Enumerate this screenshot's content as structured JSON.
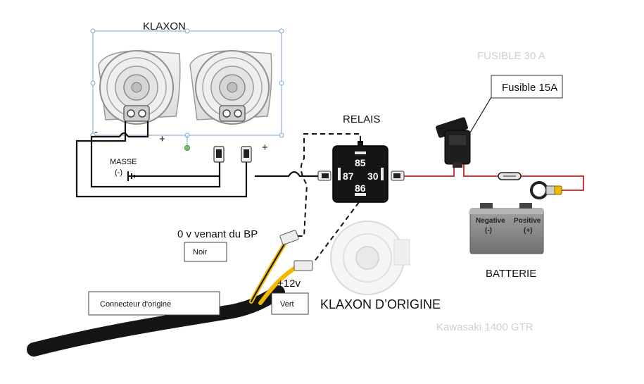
{
  "labels": {
    "klaxon": "KLAXON",
    "relais": "RELAIS",
    "fusible": "Fusible 15A",
    "fusible_ghost": "FUSIBLE 30 A",
    "masse": "MASSE",
    "masse_sign": "(-)",
    "plus_horn": "+",
    "plus_conn": "+",
    "minus_horn": "-",
    "bp": "0 v venant du BP",
    "noir": "Noir",
    "plus12": "+12v",
    "vert": "Vert",
    "connecteur": "Connecteur  d'origine",
    "klaxon_origine": "KLAXON  D’ORIGINE",
    "batterie": "BATTERIE",
    "ghost_bottom": "Kawasaki 1400 GTR"
  },
  "relay": {
    "pin_85": "85",
    "pin_86": "86",
    "pin_87": "87",
    "pin_30": "30"
  },
  "battery": {
    "negative": "Negative",
    "negative_sign": "(-)",
    "positive": "Positive",
    "positive_sign": "(+)"
  },
  "colors": {
    "wire_black": "#111111",
    "wire_red": "#d23a3a",
    "wire_yellow": "#f2b900",
    "selection": "#7aa6d6",
    "battery_body": "#8a8a8a"
  }
}
